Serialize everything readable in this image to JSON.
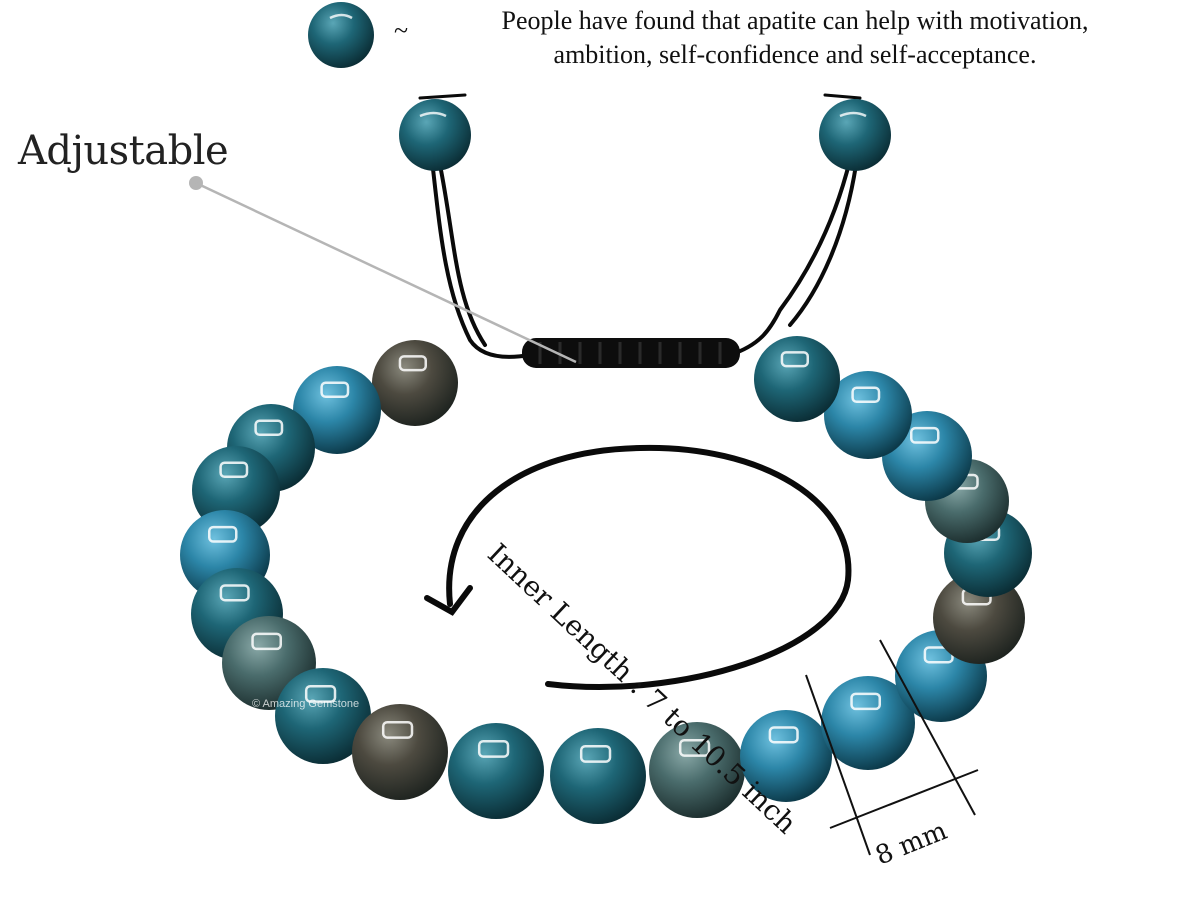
{
  "caption": {
    "line1": "People have found that apatite can help with motivation,",
    "line2": "ambition, self-confidence and self-acceptance.",
    "tilde": "~"
  },
  "labels": {
    "adjustable": "Adjustable",
    "inner_length": "Inner Length : 7 to 10.5 inch",
    "bead_size": "8 mm"
  },
  "watermark": "© Amazing Gemstone",
  "colors": {
    "bead_dark": "#0f3b44",
    "bead_mid": "#1f6f86",
    "bead_light": "#3f9bbd",
    "cord": "#0a0a0a",
    "pointer": "#b5b5b5"
  },
  "icons": {
    "swatch": "apatite-bead-icon",
    "arrow": "circular-arrow-icon",
    "pointer": "callout-line-icon"
  }
}
